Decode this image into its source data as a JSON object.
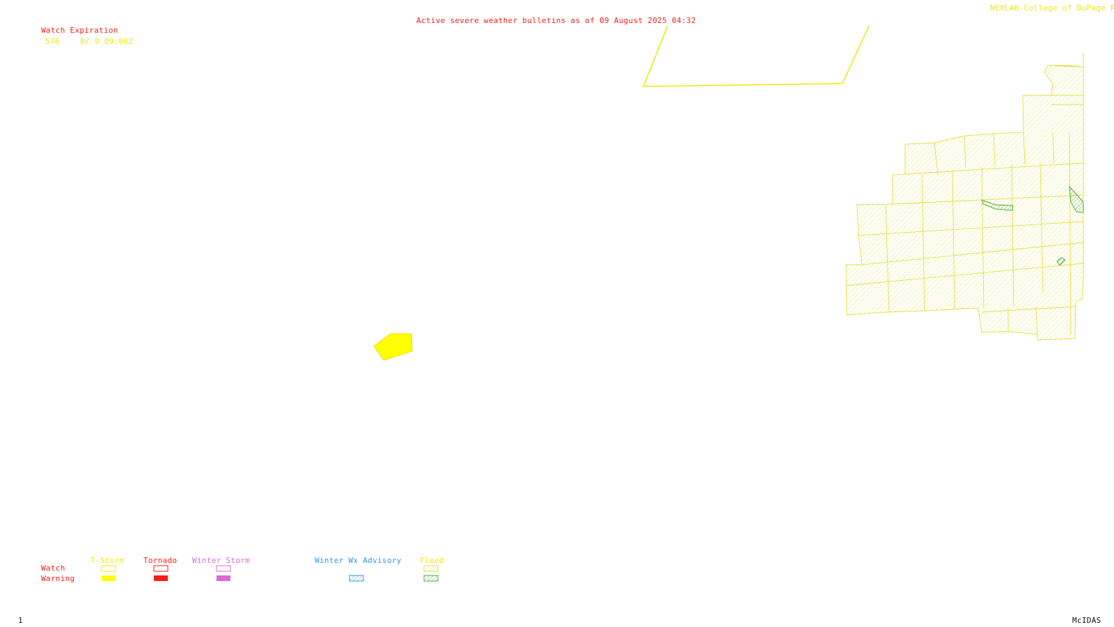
{
  "header": {
    "title": "Active severe weather bulletins as of 09 August 2025 04:32",
    "credit": "NEXLAB-College of DuPage R"
  },
  "watch_panel": {
    "heading": "Watch Expiration",
    "watches": [
      {
        "number": "576",
        "expiration": "8/ 9 09:00Z"
      }
    ]
  },
  "legend": {
    "row_labels": {
      "watch": "Watch",
      "warning": "Warning"
    },
    "categories": [
      {
        "label": "T-Storm",
        "color": "#f2e600"
      },
      {
        "label": "Tornado",
        "color": "#ff1a1a"
      },
      {
        "label": "Winter Storm",
        "color": "#d86ad8"
      },
      {
        "label": "Winter Wx Advisory",
        "color": "#2a9be0"
      },
      {
        "label": "Flood",
        "color": "#f2e600",
        "warning_color": "#6cc644"
      }
    ]
  },
  "footer": {
    "frame_number": "1",
    "software": "McIDAS"
  },
  "colors": {
    "tstorm_watch_outline": "#f2e600",
    "tstorm_warning_fill": "#ffff00",
    "flood_watch_hatch": "#f2e600",
    "flood_warning_hatch": "#6cc644",
    "title_text": "#ff1a1a",
    "background": "#ffffff"
  }
}
